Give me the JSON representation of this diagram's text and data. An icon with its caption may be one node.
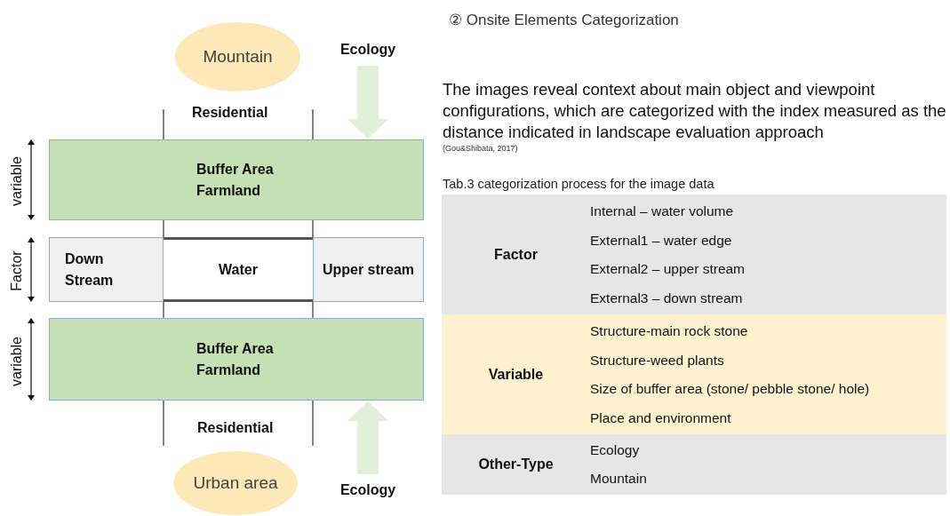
{
  "diagram": {
    "title": "② Onsite Elements Categorization",
    "nodes": [
      {
        "text": [
          "Mountain"
        ]
      },
      {
        "text": [
          "Ecology"
        ]
      },
      {
        "text": [
          "Buffer Area Farmland"
        ]
      },
      {
        "text": [
          "Down Stream"
        ]
      },
      {
        "text": [
          "Water"
        ]
      },
      {
        "text": [
          "Upper stream"
        ]
      },
      {
        "text": [
          "Buffer Area Farmland"
        ]
      },
      {
        "text": [
          "Urban area"
        ]
      },
      {
        "text": [
          "Ecology"
        ]
      }
    ],
    "edges": [
      {
        "from": 1,
        "to": 2,
        "arrow": "to"
      },
      {
        "from": 8,
        "to": 6,
        "arrow": "to"
      }
    ],
    "labels": [
      "variable",
      "Factor",
      "variable",
      "Residential",
      "Residential",
      "The images reveal context about main object and viewpoint configurations, which are categorized with the index measured as the distance indicated in landscape evaluation approach",
      "(Gou&Shibata, 2017)",
      "Tab.3 categorization process for the image data",
      "Factor",
      "Internal – water volume",
      "External1 – water edge",
      "External2 – upper stream",
      "External3 – down stream",
      "Variable",
      "Structure-main rock stone",
      "Structure-weed plants",
      "Size of buffer area (stone/ pebble stone/ hole)",
      "Place and environment",
      "Other-Type",
      "Ecology",
      "Mountain"
    ]
  }
}
